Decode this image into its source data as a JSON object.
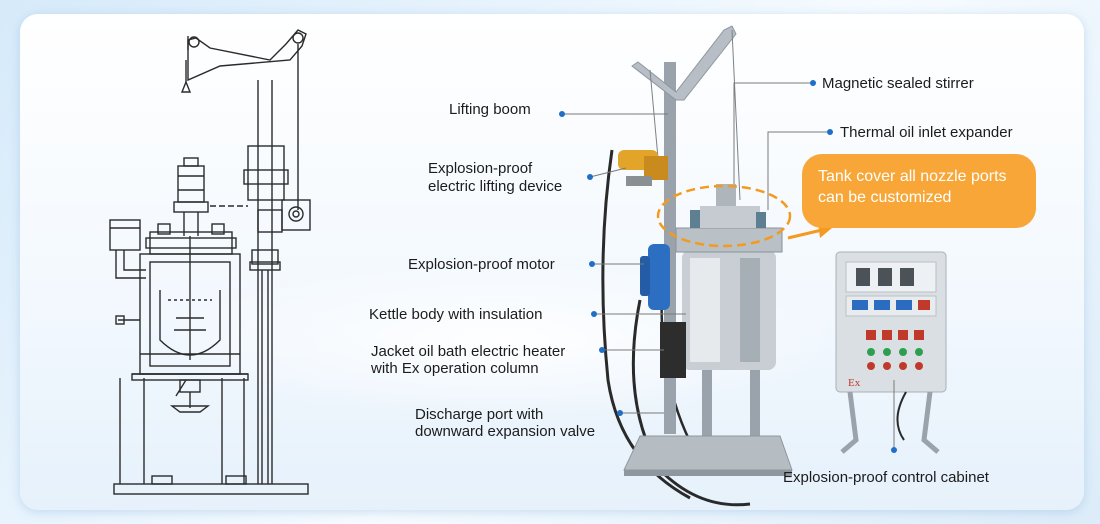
{
  "labels": {
    "lifting_boom": "Lifting boom",
    "lifting_device_line1": "Explosion-proof",
    "lifting_device_line2": "electric lifting device",
    "motor": "Explosion-proof motor",
    "kettle_body": "Kettle body with insulation",
    "heater_line1": "Jacket oil bath electric heater",
    "heater_line2": "with Ex operation column",
    "discharge_line1": "Discharge port with",
    "discharge_line2": "downward expansion valve",
    "stirrer": "Magnetic sealed stirrer",
    "thermal_oil": "Thermal oil inlet expander",
    "control_cabinet": "Explosion-proof control cabinet"
  },
  "callout": {
    "line1": "Tank cover all nozzle ports",
    "line2": "can be customized"
  },
  "cabinet_mark": "Ex",
  "colors": {
    "leader_dot": "#1f6fc9",
    "callout_fill": "#f7a637",
    "dashed_ellipse": "#f39a1f",
    "drawing_line": "#2b2b2b"
  }
}
